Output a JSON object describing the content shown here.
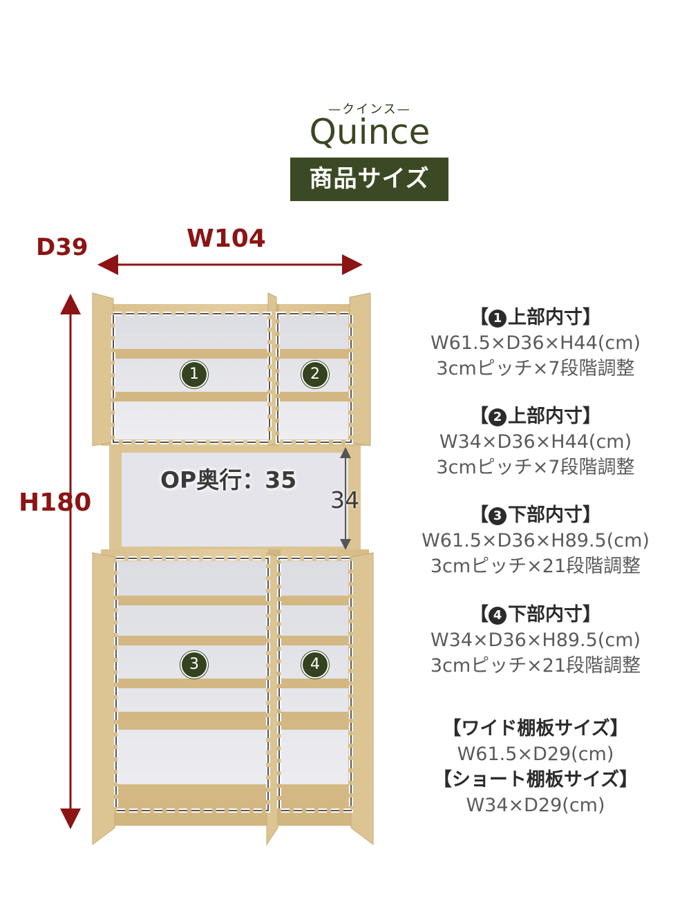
{
  "header": {
    "kana": "—クインス—",
    "logo": "Quince",
    "badge": "商品サイズ"
  },
  "dimensions": {
    "depth": "D39",
    "width": "W104",
    "height": "H180"
  },
  "cabinet_labels": {
    "op_depth": "OP奥行：35",
    "op_height": "34",
    "compartments": [
      "1",
      "2",
      "3",
      "4"
    ]
  },
  "specs": [
    {
      "num": "1",
      "title_before": "【",
      "title_after": "上部内寸】",
      "size": "W61.5×D36×H44(cm)",
      "pitch": "3cmピッチ×7段階調整"
    },
    {
      "num": "2",
      "title_before": "【",
      "title_after": "上部内寸】",
      "size": "W34×D36×H44(cm)",
      "pitch": "3cmピッチ×7段階調整"
    },
    {
      "num": "3",
      "title_before": "【",
      "title_after": "下部内寸】",
      "size": "W61.5×D36×H89.5(cm)",
      "pitch": "3cmピッチ×21段階調整"
    },
    {
      "num": "4",
      "title_before": "【",
      "title_after": "下部内寸】",
      "size": "W34×D36×H89.5(cm)",
      "pitch": "3cmピッチ×21段階調整"
    }
  ],
  "shelves": {
    "wide_title": "【ワイド棚板サイズ】",
    "wide_size": "W61.5×D29(cm)",
    "short_title": "【ショート棚板サイズ】",
    "short_size": "W34×D29(cm)"
  },
  "colors": {
    "accent": "#3b4a24",
    "dimension": "#8b1414",
    "wood": "#dcc493",
    "interior": "#e4e4ea"
  }
}
